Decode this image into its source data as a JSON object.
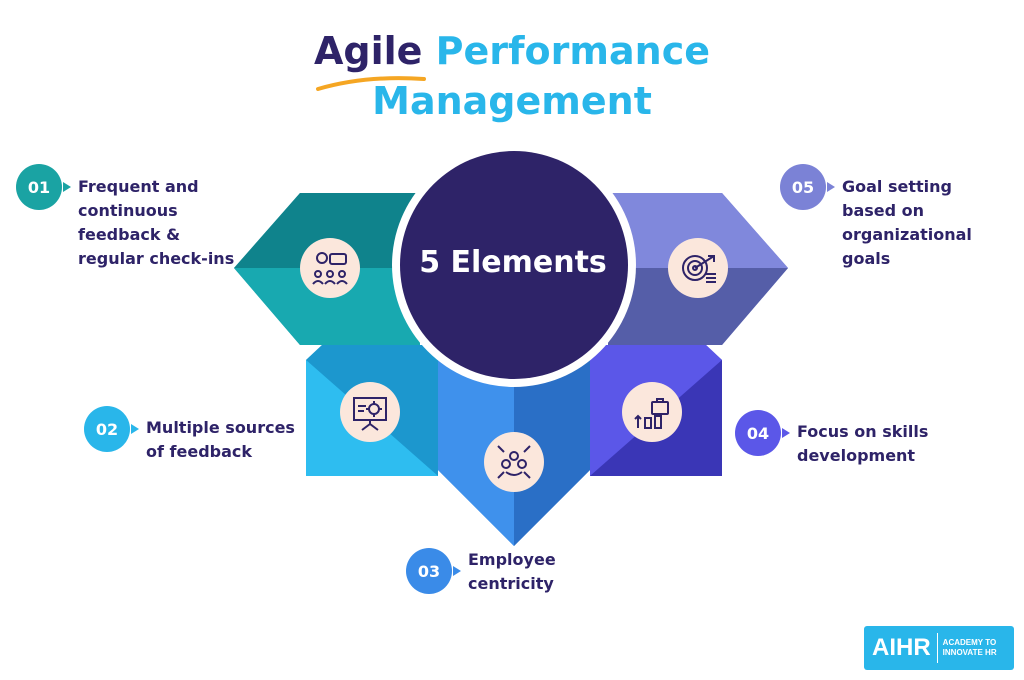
{
  "title": {
    "word1": "Agile",
    "word2": "Performance",
    "line2": "Management"
  },
  "center": {
    "text": "5 Elements"
  },
  "elements": [
    {
      "number": "01",
      "label": "Frequent and\ncontinuous\nfeedback &\nregular check-ins",
      "icon": "team-meeting-chat-icon",
      "color": "#1aa3a3"
    },
    {
      "number": "02",
      "label": "Multiple sources\nof feedback",
      "icon": "presentation-gear-icon",
      "color": "#29b6ea"
    },
    {
      "number": "03",
      "label": "Employee\ncentricity",
      "icon": "people-network-icon",
      "color": "#3a8be8"
    },
    {
      "number": "04",
      "label": "Focus on skills\ndevelopment",
      "icon": "growth-briefcase-icon",
      "color": "#5b57e8"
    },
    {
      "number": "05",
      "label": "Goal setting\nbased on\norganizational\ngoals",
      "icon": "target-arrow-icon",
      "color": "#7b82d6"
    }
  ],
  "logo": {
    "mark": "AIHR",
    "tagline": "ACADEMY TO\nINNOVATE HR"
  }
}
